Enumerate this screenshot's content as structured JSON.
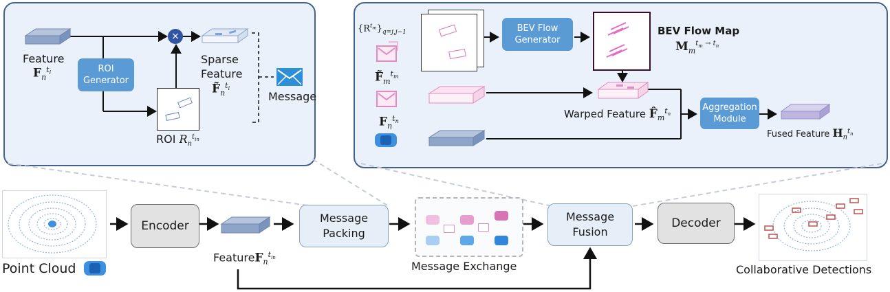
{
  "top_left_panel": {
    "feature_label": "Feature",
    "feature_symbol": "F",
    "feature_sub": "n",
    "feature_sup": "t",
    "feature_sup_sub": "i",
    "roi_generator": "ROI Generator",
    "multiply_symbol": "×",
    "sparse_feature_line1": "Sparse",
    "sparse_feature_line2": "Feature",
    "roi_label": "ROI",
    "roi_symbol": "R",
    "message_label": "Message"
  },
  "top_right_panel": {
    "roi_set_label": "{R",
    "roi_set_sub": "q=j,j−1",
    "bev_flow_generator": "BEV Flow Generator",
    "bev_flow_map_title": "BEV Flow Map",
    "bev_flow_map_symbol": "M",
    "warped_feature": "Warped Feature",
    "aggregation_module": "Aggregation Module",
    "fused_feature": "Fused Feature",
    "fused_symbol": "H"
  },
  "pipeline": {
    "point_cloud": "Point Cloud",
    "encoder": "Encoder",
    "feature_label": "Feature",
    "message_packing": "Message Packing",
    "message_exchange": "Message Exchange",
    "message_fusion": "Message Fusion",
    "decoder": "Decoder",
    "collaborative_detections": "Collaborative Detections"
  },
  "colors": {
    "panel_border": "#44608f",
    "panel_fill": "#eaf1fa",
    "accent_blue": "#5b9bd5",
    "pink": "#e08cc0",
    "car_blue": "#3d8fe0",
    "detection_red": "#c0504d"
  }
}
